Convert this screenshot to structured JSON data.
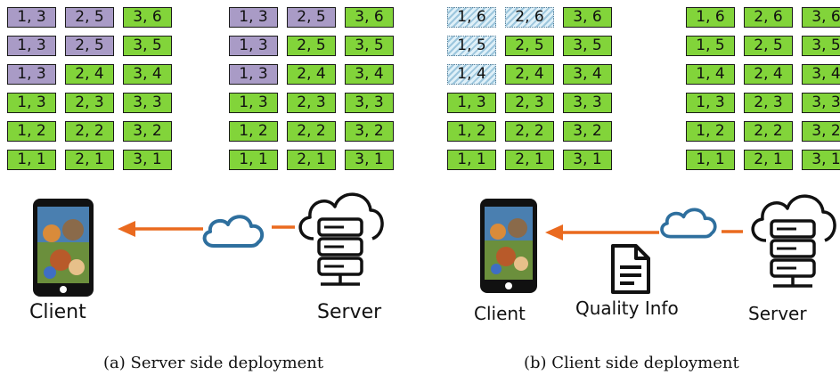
{
  "panel_a": {
    "grid_left": [
      [
        "1, 3",
        "2, 5",
        "3, 6"
      ],
      [
        "1, 3",
        "2, 5",
        "3, 5"
      ],
      [
        "1, 3",
        "2, 4",
        "3, 4"
      ],
      [
        "1, 3",
        "2, 3",
        "3, 3"
      ],
      [
        "1, 2",
        "2, 2",
        "3, 2"
      ],
      [
        "1, 1",
        "2, 1",
        "3, 1"
      ]
    ],
    "grid_right": [
      [
        "1, 3",
        "2, 5",
        "3, 6"
      ],
      [
        "1, 3",
        "2, 5",
        "3, 5"
      ],
      [
        "1, 3",
        "2, 4",
        "3, 4"
      ],
      [
        "1, 3",
        "2, 3",
        "3, 3"
      ],
      [
        "1, 2",
        "2, 2",
        "3, 2"
      ],
      [
        "1, 1",
        "2, 1",
        "3, 1"
      ]
    ],
    "client_label": "Client",
    "server_label": "Server",
    "caption": "(a)  Server side deployment"
  },
  "panel_b": {
    "grid_left": [
      [
        "1, 6",
        "2, 6",
        "3, 6"
      ],
      [
        "1, 5",
        "2, 5",
        "3, 5"
      ],
      [
        "1, 4",
        "2, 4",
        "3, 4"
      ],
      [
        "1, 3",
        "2, 3",
        "3, 3"
      ],
      [
        "1, 2",
        "2, 2",
        "3, 2"
      ],
      [
        "1, 1",
        "2, 1",
        "3, 1"
      ]
    ],
    "grid_right": [
      [
        "1, 6",
        "2, 6",
        "3, 6"
      ],
      [
        "1, 5",
        "2, 5",
        "3, 5"
      ],
      [
        "1, 4",
        "2, 4",
        "3, 4"
      ],
      [
        "1, 3",
        "2, 3",
        "3, 3"
      ],
      [
        "1, 2",
        "2, 2",
        "3, 2"
      ],
      [
        "1, 1",
        "2, 1",
        "3, 1"
      ]
    ],
    "client_label": "Client",
    "quality_label": "Quality Info",
    "server_label": "Server",
    "caption": "(b)  Client side deployment"
  },
  "cell_styles": {
    "a_left": [
      [
        "purple",
        "purple",
        "green"
      ],
      [
        "purple",
        "purple",
        "green"
      ],
      [
        "purple",
        "green",
        "green"
      ],
      [
        "green",
        "green",
        "green"
      ],
      [
        "green",
        "green",
        "green"
      ],
      [
        "green",
        "green",
        "green"
      ]
    ],
    "a_right": [
      [
        "purple",
        "purple",
        "green"
      ],
      [
        "purple",
        "green",
        "green"
      ],
      [
        "purple",
        "green",
        "green"
      ],
      [
        "green",
        "green",
        "green"
      ],
      [
        "green",
        "green",
        "green"
      ],
      [
        "green",
        "green",
        "green"
      ]
    ],
    "b_left": [
      [
        "hatch",
        "hatch",
        "green"
      ],
      [
        "hatch",
        "green",
        "green"
      ],
      [
        "hatch",
        "green",
        "green"
      ],
      [
        "green",
        "green",
        "green"
      ],
      [
        "green",
        "green",
        "green"
      ],
      [
        "green",
        "green",
        "green"
      ]
    ],
    "b_right": [
      [
        "green",
        "green",
        "green"
      ],
      [
        "green",
        "green",
        "green"
      ],
      [
        "green",
        "green",
        "green"
      ],
      [
        "green",
        "green",
        "green"
      ],
      [
        "green",
        "green",
        "green"
      ],
      [
        "green",
        "green",
        "green"
      ]
    ]
  },
  "colors": {
    "tile_green": "#82d43a",
    "tile_purple": "#a99bc6",
    "tile_hatch": "#9cc6dd",
    "arrow": "#ea6a1f",
    "cloud": "#2e6f9e",
    "icon": "#111111"
  },
  "icons": [
    "smartphone-icon",
    "cloud-icon",
    "server-cloud-icon",
    "document-icon"
  ]
}
